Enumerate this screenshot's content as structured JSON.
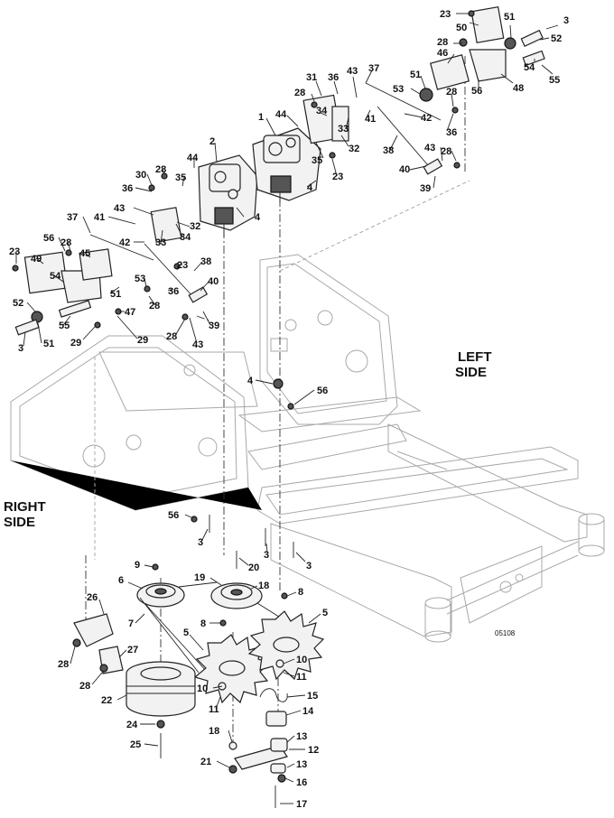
{
  "labels": {
    "left_side_line1": "LEFT",
    "left_side_line2": "SIDE",
    "right_side_line1": "RIGHT",
    "right_side_line2": "SIDE",
    "figure_number": "05108"
  },
  "callouts": [
    {
      "id": "c1",
      "text": "23"
    },
    {
      "id": "c2",
      "text": "50"
    },
    {
      "id": "c3",
      "text": "51"
    },
    {
      "id": "c4",
      "text": "3"
    },
    {
      "id": "c5",
      "text": "52"
    },
    {
      "id": "c6",
      "text": "28"
    },
    {
      "id": "c7",
      "text": "46"
    },
    {
      "id": "c8",
      "text": "54"
    },
    {
      "id": "c9",
      "text": "55"
    },
    {
      "id": "c10",
      "text": "37"
    },
    {
      "id": "c11",
      "text": "51"
    },
    {
      "id": "c12",
      "text": "48"
    },
    {
      "id": "c13",
      "text": "53"
    },
    {
      "id": "c14",
      "text": "56"
    },
    {
      "id": "c15",
      "text": "31"
    },
    {
      "id": "c16",
      "text": "36"
    },
    {
      "id": "c17",
      "text": "43"
    },
    {
      "id": "c18",
      "text": "28"
    },
    {
      "id": "c19",
      "text": "28"
    },
    {
      "id": "c20",
      "text": "42"
    },
    {
      "id": "c21",
      "text": "41"
    },
    {
      "id": "c22",
      "text": "36"
    },
    {
      "id": "c23",
      "text": "34"
    },
    {
      "id": "c24",
      "text": "33"
    },
    {
      "id": "c25",
      "text": "1"
    },
    {
      "id": "c26",
      "text": "44"
    },
    {
      "id": "c27",
      "text": "32"
    },
    {
      "id": "c28",
      "text": "38"
    },
    {
      "id": "c29",
      "text": "35"
    },
    {
      "id": "c30",
      "text": "23"
    },
    {
      "id": "c31",
      "text": "43"
    },
    {
      "id": "c32",
      "text": "28"
    },
    {
      "id": "c33",
      "text": "4"
    },
    {
      "id": "c34",
      "text": "40"
    },
    {
      "id": "c35",
      "text": "39"
    },
    {
      "id": "c36",
      "text": "2"
    },
    {
      "id": "c37",
      "text": "44"
    },
    {
      "id": "c38",
      "text": "30"
    },
    {
      "id": "c39",
      "text": "28"
    },
    {
      "id": "c40",
      "text": "35"
    },
    {
      "id": "c41",
      "text": "36"
    },
    {
      "id": "c42",
      "text": "43"
    },
    {
      "id": "c43",
      "text": "41"
    },
    {
      "id": "c44",
      "text": "33"
    },
    {
      "id": "c45",
      "text": "34"
    },
    {
      "id": "c46",
      "text": "4"
    },
    {
      "id": "c47",
      "text": "37"
    },
    {
      "id": "c48",
      "text": "42"
    },
    {
      "id": "c49",
      "text": "32"
    },
    {
      "id": "c50",
      "text": "23"
    },
    {
      "id": "c51",
      "text": "38"
    },
    {
      "id": "c52",
      "text": "56"
    },
    {
      "id": "c53",
      "text": "28"
    },
    {
      "id": "c54",
      "text": "45"
    },
    {
      "id": "c55",
      "text": "53"
    },
    {
      "id": "c56",
      "text": "40"
    },
    {
      "id": "c57",
      "text": "36"
    },
    {
      "id": "c58",
      "text": "23"
    },
    {
      "id": "c59",
      "text": "49"
    },
    {
      "id": "c60",
      "text": "54"
    },
    {
      "id": "c61",
      "text": "51"
    },
    {
      "id": "c62",
      "text": "28"
    },
    {
      "id": "c63",
      "text": "52"
    },
    {
      "id": "c64",
      "text": "47"
    },
    {
      "id": "c65",
      "text": "55"
    },
    {
      "id": "c66",
      "text": "39"
    },
    {
      "id": "c67",
      "text": "3"
    },
    {
      "id": "c68",
      "text": "51"
    },
    {
      "id": "c69",
      "text": "29"
    },
    {
      "id": "c70",
      "text": "29"
    },
    {
      "id": "c71",
      "text": "28"
    },
    {
      "id": "c72",
      "text": "43"
    },
    {
      "id": "c73",
      "text": "4"
    },
    {
      "id": "c74",
      "text": "56"
    },
    {
      "id": "c75",
      "text": "56"
    },
    {
      "id": "c76",
      "text": "3"
    },
    {
      "id": "c77",
      "text": "3"
    },
    {
      "id": "c78",
      "text": "20"
    },
    {
      "id": "c79",
      "text": "3"
    },
    {
      "id": "c80",
      "text": "9"
    },
    {
      "id": "c81",
      "text": "6"
    },
    {
      "id": "c82",
      "text": "19"
    },
    {
      "id": "c83",
      "text": "18"
    },
    {
      "id": "c84",
      "text": "8"
    },
    {
      "id": "c85",
      "text": "26"
    },
    {
      "id": "c86",
      "text": "7"
    },
    {
      "id": "c87",
      "text": "5"
    },
    {
      "id": "c88",
      "text": "5"
    },
    {
      "id": "c89",
      "text": "8"
    },
    {
      "id": "c90",
      "text": "28"
    },
    {
      "id": "c91",
      "text": "27"
    },
    {
      "id": "c92",
      "text": "10"
    },
    {
      "id": "c93",
      "text": "28"
    },
    {
      "id": "c94",
      "text": "11"
    },
    {
      "id": "c95",
      "text": "22"
    },
    {
      "id": "c96",
      "text": "10"
    },
    {
      "id": "c97",
      "text": "15"
    },
    {
      "id": "c98",
      "text": "11"
    },
    {
      "id": "c99",
      "text": "14"
    },
    {
      "id": "c100",
      "text": "24"
    },
    {
      "id": "c101",
      "text": "18"
    },
    {
      "id": "c102",
      "text": "13"
    },
    {
      "id": "c103",
      "text": "25"
    },
    {
      "id": "c104",
      "text": "12"
    },
    {
      "id": "c105",
      "text": "21"
    },
    {
      "id": "c106",
      "text": "13"
    },
    {
      "id": "c107",
      "text": "16"
    },
    {
      "id": "c108",
      "text": "17"
    }
  ]
}
